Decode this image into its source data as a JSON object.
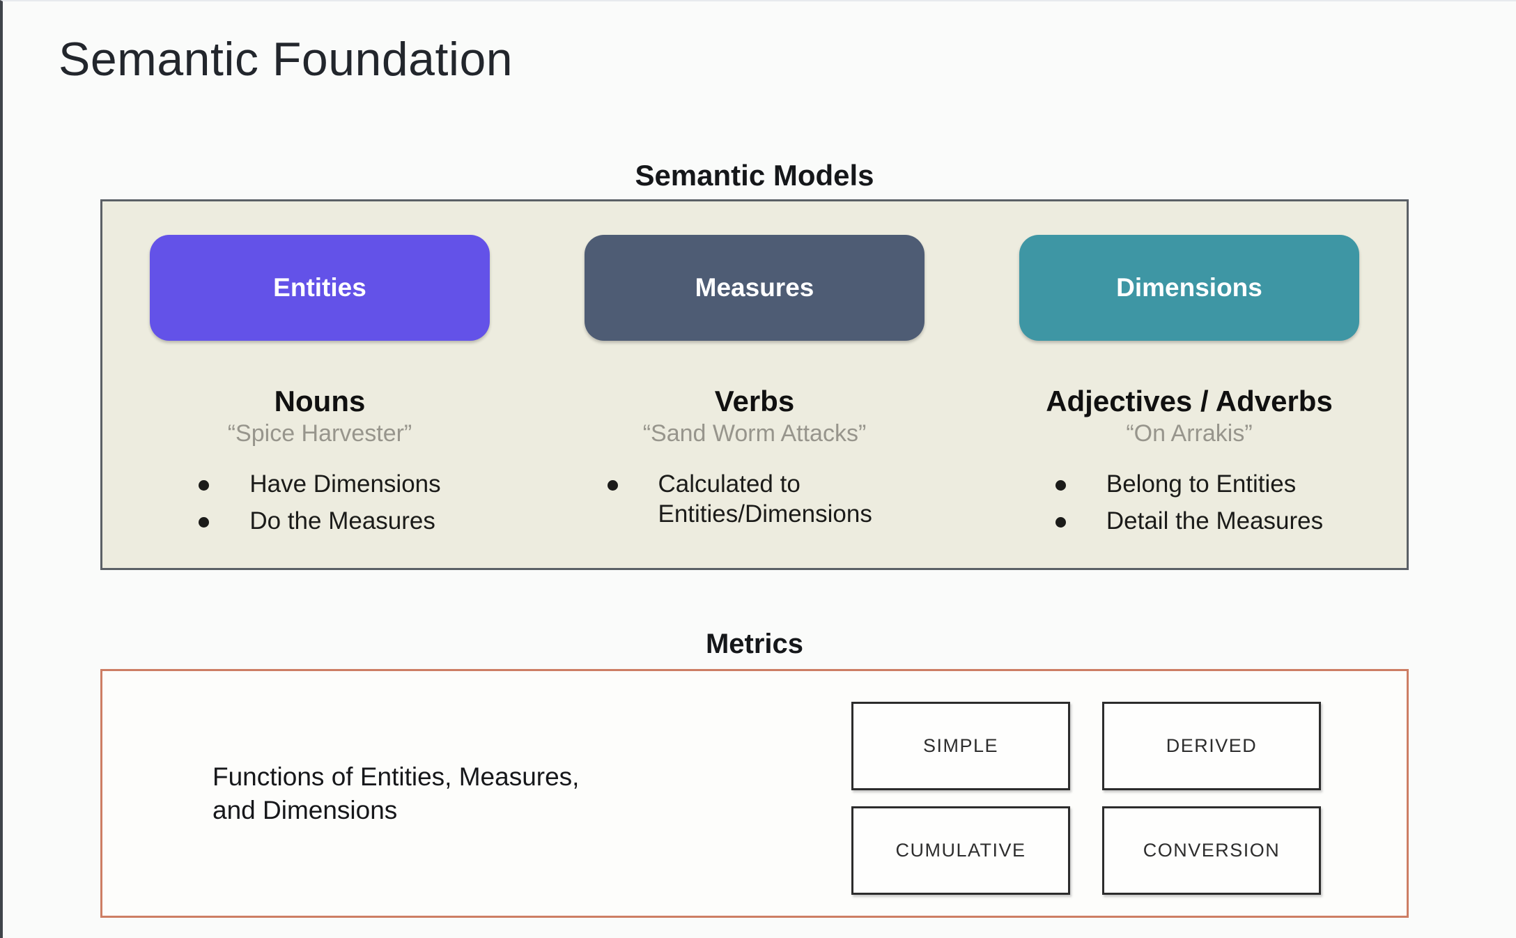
{
  "title": "Semantic Foundation",
  "models": {
    "heading": "Semantic Models",
    "panel_background": "#edecdf",
    "columns": [
      {
        "button": "Entities",
        "color": "#6352e8",
        "heading": "Nouns",
        "quote": "“Spice Harvester”",
        "bullets": [
          "Have Dimensions",
          "Do the Measures"
        ]
      },
      {
        "button": "Measures",
        "color": "#4e5c74",
        "heading": "Verbs",
        "quote": "“Sand Worm Attacks”",
        "bullets": [
          "Calculated to Entities/Dimensions"
        ]
      },
      {
        "button": "Dimensions",
        "color": "#3e96a4",
        "heading": "Adjectives / Adverbs",
        "quote": "“On Arrakis”",
        "bullets": [
          "Belong to Entities",
          "Detail the Measures"
        ]
      }
    ]
  },
  "metrics": {
    "heading": "Metrics",
    "border_color": "#cd7e64",
    "description_line1": "Functions of Entities, Measures,",
    "description_line2": "and Dimensions",
    "types": [
      "SIMPLE",
      "DERIVED",
      "CUMULATIVE",
      "CONVERSION"
    ]
  }
}
